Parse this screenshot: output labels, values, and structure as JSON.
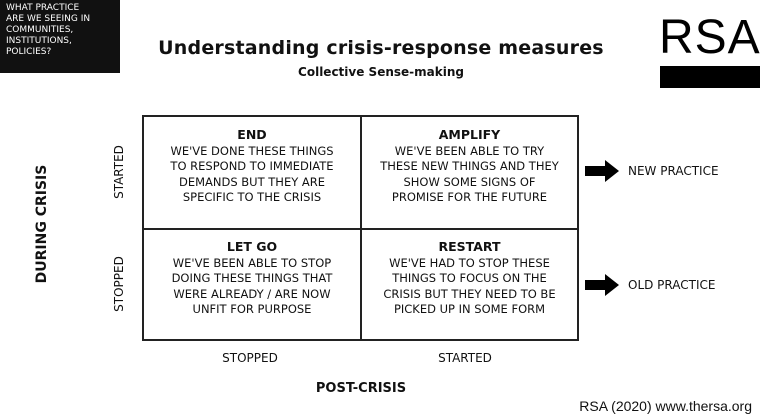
{
  "corner_note": {
    "lines": [
      "WHAT PRACTICE",
      "ARE WE SEEING IN",
      "COMMUNITIES,",
      "INSTITUTIONS,",
      "POLICIES?"
    ]
  },
  "title": "Understanding crisis-response measures",
  "subtitle": "Collective Sense-making",
  "logo": {
    "text": "RSA"
  },
  "axes": {
    "vertical": "DURING CRISIS",
    "horizontal": "POST-CRISIS",
    "row_labels": {
      "started": "STARTED",
      "stopped": "STOPPED"
    },
    "col_labels": {
      "stopped": "STOPPED",
      "started": "STARTED"
    }
  },
  "quadrants": {
    "end": {
      "heading": "END",
      "lines": [
        "WE'VE DONE THESE THINGS",
        "TO RESPOND TO IMMEDIATE",
        "DEMANDS BUT THEY ARE",
        "SPECIFIC TO THE CRISIS"
      ]
    },
    "amplify": {
      "heading": "AMPLIFY",
      "lines": [
        "WE'VE BEEN ABLE TO TRY",
        "THESE NEW THINGS AND THEY",
        "SHOW SOME SIGNS OF",
        "PROMISE FOR THE FUTURE"
      ]
    },
    "let_go": {
      "heading": "LET GO",
      "lines": [
        "WE'VE BEEN ABLE TO STOP",
        "DOING THESE THINGS THAT",
        "WERE ALREADY / ARE NOW",
        "UNFIT FOR PURPOSE"
      ]
    },
    "restart": {
      "heading": "RESTART",
      "lines": [
        "WE'VE HAD TO STOP THESE",
        "THINGS TO FOCUS ON THE",
        "CRISIS BUT THEY NEED TO BE",
        "PICKED UP IN SOME FORM"
      ]
    }
  },
  "outcomes": {
    "new": "NEW PRACTICE",
    "old": "OLD PRACTICE"
  },
  "source": "RSA (2020) www.thersa.org"
}
